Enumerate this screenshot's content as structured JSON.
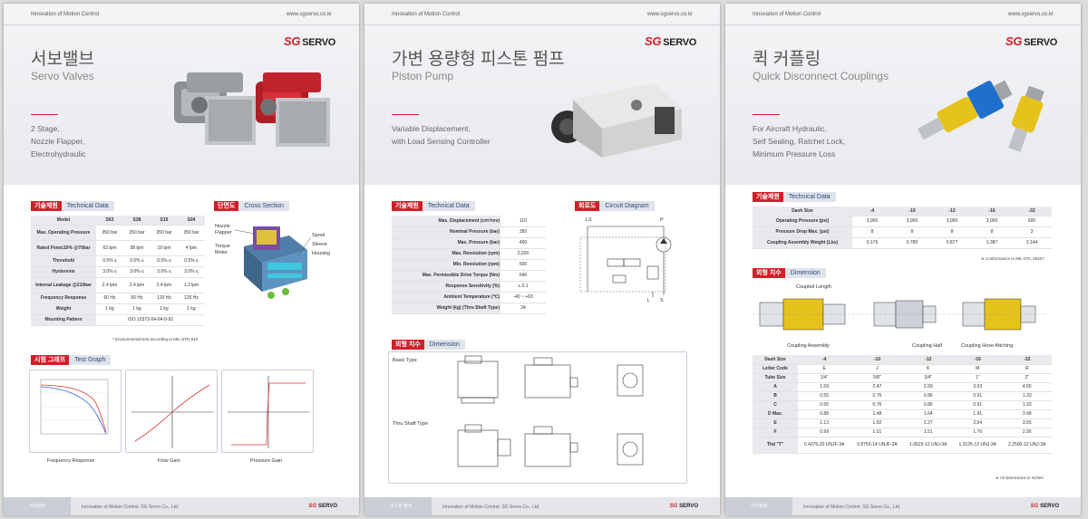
{
  "common": {
    "header_left": "Innovation of Motion Control",
    "header_right": "www.sgservo.co.kr",
    "logo_sg": "SG",
    "logo_servo": "SERVO",
    "footer_company": "Innovation of Motion Control. SG Servo Co., Ltd.",
    "brand_color": "#d0202a"
  },
  "p1": {
    "title_ko": "서보밸브",
    "title_en": "Servo Valves",
    "desc": [
      "2 Stage,",
      "Nozzle Flapper,",
      "Electrohydraulic"
    ],
    "tech_ko": "기술제원",
    "tech_en": "Technical Data",
    "table": {
      "headers": [
        "Model",
        "S63",
        "S38",
        "S19",
        "S04"
      ],
      "rows": [
        [
          "Max. Operating Pressure",
          "350 bar",
          "350 bar",
          "350 bar",
          "350 bar"
        ],
        [
          "Rated Flow±10% @70bar",
          "63 lpm",
          "38 lpm",
          "19 lpm",
          "4 lpm"
        ],
        [
          "Threshold",
          "0.5% ≤",
          "0.5% ≤",
          "0.5% ≤",
          "0.5% ≤"
        ],
        [
          "Hysteresis",
          "3.0% ≤",
          "3.0% ≤",
          "3.0% ≤",
          "3.0% ≤"
        ],
        [
          "Internal Leakage @210bar",
          "2.4 lpm",
          "2.4 lpm",
          "2.4 lpm",
          "1.2 lpm"
        ],
        [
          "Frequency Response",
          "60 Hz",
          "60 Hz",
          "120 Hz",
          "120 Hz"
        ],
        [
          "Weight",
          "1 kg",
          "1 kg",
          "1 kg",
          "1 kg"
        ]
      ],
      "mounting_label": "Mounting Pattern",
      "mounting_value": "ISO 10372-04-04-0-92"
    },
    "note": "* Environmental test according to MIL-STD-810",
    "cross_ko": "단면도",
    "cross_en": "Cross Section",
    "cross_labels": {
      "nozzle": "Nozzle",
      "flapper": "Flapper",
      "torque": "Torque",
      "motor": "Motor",
      "spool": "Spool",
      "sleeve": "Sleeve",
      "housing": "Housing"
    },
    "graph_ko": "시험 그래프",
    "graph_en": "Test Graph",
    "graph_captions": [
      "Frequency Response",
      "Flow Gain",
      "Pressure Gain"
    ],
    "footer_tag": "서보밸브"
  },
  "p2": {
    "title_ko": "가변 용량형 피스톤 펌프",
    "title_en": "Piston Pump",
    "desc": [
      "Variable Displacement,",
      "with Load Sensing Controller"
    ],
    "tech_ko": "기술제원",
    "tech_en": "Technical Data",
    "table": [
      [
        "Max. Displacement (cm³/rev)",
        "110"
      ],
      [
        "Nominal Pressure (bar)",
        "350"
      ],
      [
        "Max. Pressure (bar)",
        "400"
      ],
      [
        "Max. Revolution (rpm)",
        "2,200"
      ],
      [
        "Min. Revolution (rpm)",
        "500"
      ],
      [
        "Max. Permissible Drive Torque (Nm)",
        "640"
      ],
      [
        "Response Sensitivity (%)",
        "≤ 0.1"
      ],
      [
        "Ambient Temperature (℃)",
        "-40 ~ +63"
      ],
      [
        "Weight (kg) (Thru Shaft Type)",
        "34"
      ]
    ],
    "circuit_ko": "회로도",
    "circuit_en": "Circuit Diagram",
    "circuit_labels": {
      "ls": "LS",
      "p": "P",
      "l": "L",
      "s": "S"
    },
    "dim_ko": "외형 치수",
    "dim_en": "Dimension",
    "basic": "Basic Type",
    "thru": "Thru Shaft Type",
    "footer_tag": "피스톤 펌프"
  },
  "p3": {
    "title_ko": "퀵 커플링",
    "title_en": "Quick Disconnect Couplings",
    "desc": [
      "For Aircraft Hydraulic,",
      "Self Sealing, Ratchet Lock,",
      "Minimum Pressure Loss"
    ],
    "tech_ko": "기술제원",
    "tech_en": "Technical Data",
    "table": {
      "headers": [
        "Dash Size",
        "-4",
        "-10",
        "-12",
        "-16",
        "-32"
      ],
      "rows": [
        [
          "Operating Pressure (psi)",
          "3,000",
          "3,000",
          "3,000",
          "3,000",
          "600"
        ],
        [
          "Pressure Drop Max. (psi)",
          "8",
          "8",
          "8",
          "8",
          "3"
        ],
        [
          "Coupling Assembly Weight (Lbs)",
          "0.176",
          "0.780",
          "0.877",
          "1.387",
          "3.144"
        ]
      ]
    },
    "note": "※ Conformance to MIL-DTL-25427",
    "dim_ko": "외형 치수",
    "dim_en": "Dimension",
    "dim_captions": [
      "Coupling Assembly",
      "Coupling Half",
      "Coupling Hose Attching"
    ],
    "coupled_length": "Coupled Length",
    "dim_table": {
      "headers": [
        "Dash Size",
        "-4",
        "-10",
        "-12",
        "-16",
        "-32"
      ],
      "rows": [
        [
          "Letter Code",
          "E",
          "J",
          "K",
          "M",
          "R"
        ],
        [
          "Tube Size",
          "1/4\"",
          "5/8\"",
          "3/4\"",
          "1\"",
          "2\""
        ],
        [
          "A",
          "1.59",
          "2.47",
          "2.59",
          "3.03",
          "4.55"
        ],
        [
          "B",
          "0.55",
          "0.76",
          "0.86",
          "0.91",
          "1.33"
        ],
        [
          "C",
          "0.55",
          "0.76",
          "0.86",
          "0.91",
          "1.33"
        ],
        [
          "D Max.",
          "0.88",
          "1.48",
          "1.64",
          "1.91",
          "3.48"
        ],
        [
          "E",
          "1.13",
          "1.92",
          "2.27",
          "2.54",
          "3.55"
        ],
        [
          "F",
          "0.99",
          "1.51",
          "1.51",
          "1.76",
          "2.95"
        ],
        [
          "Thd \"T\"",
          "0.4375-20 UNJF-3A",
          "0.8750-14 UNJF-3A",
          "1.0625-12 UNJ-3A",
          "1.3125-12 UNJ-3A",
          "2.2500-12 UNJ-3A"
        ]
      ]
    },
    "dim_note": "※ All dimensions in inches",
    "footer_tag": "퀵커플링"
  }
}
